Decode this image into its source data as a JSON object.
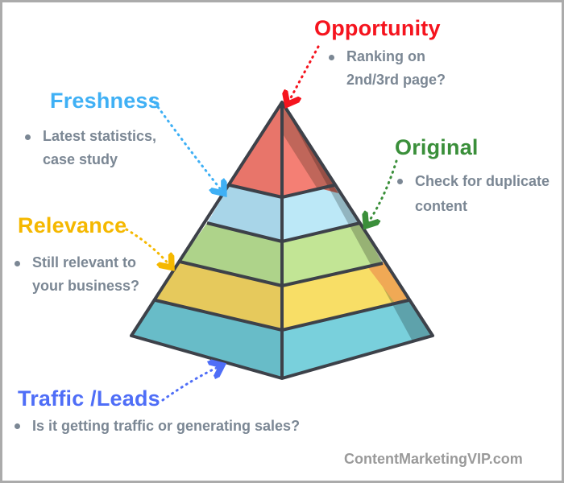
{
  "colors": {
    "outline": "#3d4149",
    "text_gray": "#7b8794",
    "opportunity": "#f5141e",
    "freshness": "#3fb0f5",
    "original": "#3a8f3a",
    "relevance": "#f5b800",
    "traffic": "#4f6ef7"
  },
  "labels": {
    "opportunity": {
      "title": "Opportunity",
      "bullets": [
        "Ranking on 2nd/3rd page?"
      ]
    },
    "freshness": {
      "title": "Freshness",
      "bullets": [
        "Latest statistics, case study"
      ]
    },
    "original": {
      "title": "Original",
      "bullets": [
        "Check for duplicate content"
      ]
    },
    "relevance": {
      "title": "Relevance",
      "bullets": [
        "Still relevant to your business?"
      ]
    },
    "traffic": {
      "title": "Traffic /Leads",
      "bullets": [
        "Is it getting traffic or generating sales?"
      ]
    }
  },
  "pyramid_layers": [
    "opportunity",
    "freshness",
    "original",
    "relevance",
    "traffic"
  ],
  "footer": "ContentMarketingVIP.com"
}
